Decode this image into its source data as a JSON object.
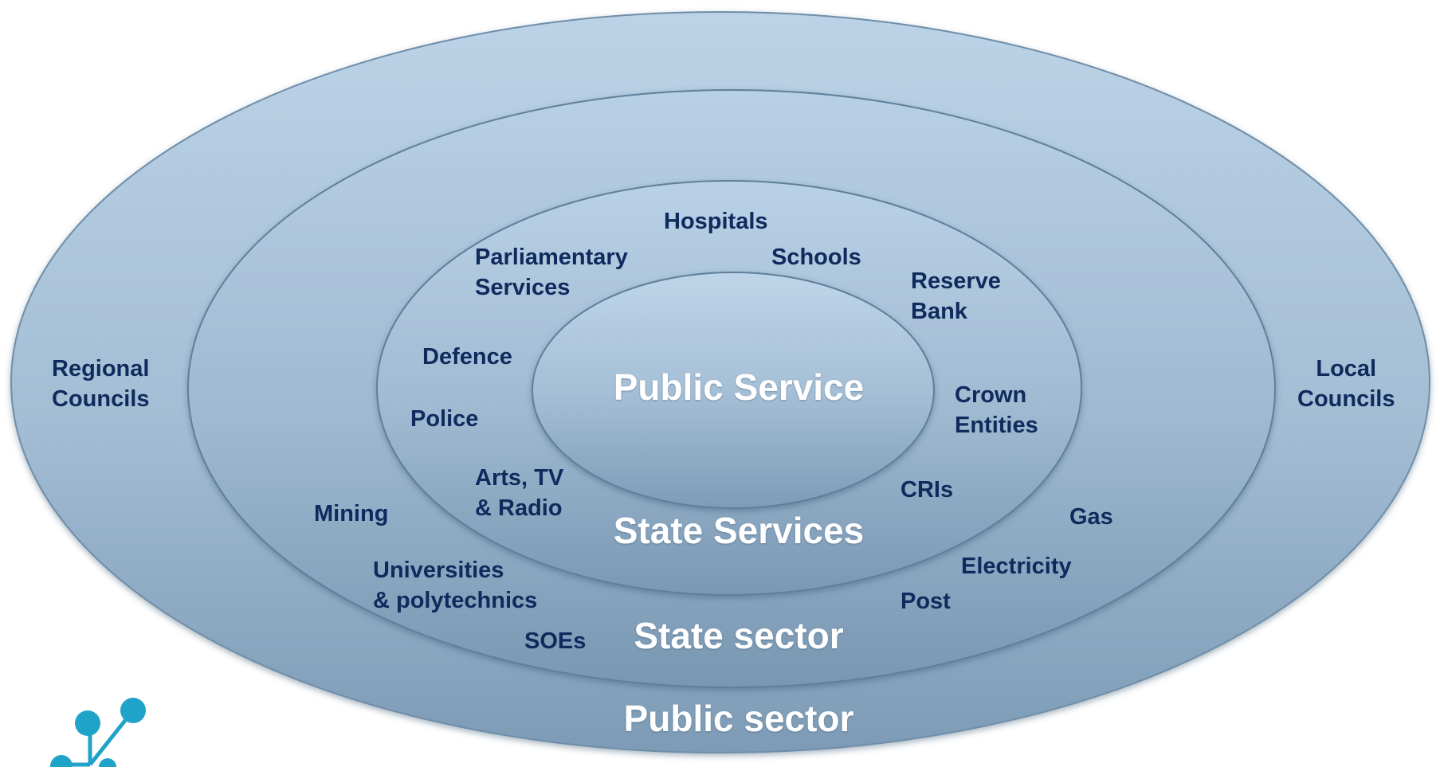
{
  "diagram": {
    "rings": [
      {
        "id": "public-sector",
        "label": "Public sector"
      },
      {
        "id": "state-sector",
        "label": "State sector"
      },
      {
        "id": "state-services",
        "label": "State Services"
      },
      {
        "id": "public-service",
        "label": "Public Service"
      }
    ],
    "labels": {
      "regional_councils": "Regional\nCouncils",
      "local_councils": "Local\nCouncils",
      "hospitals": "Hospitals",
      "parliamentary_services": "Parliamentary\nServices",
      "schools": "Schools",
      "reserve_bank": "Reserve\nBank",
      "defence": "Defence",
      "crown_entities": "Crown\nEntities",
      "police": "Police",
      "arts_tv_radio": "Arts, TV\n& Radio",
      "cris": "CRIs",
      "mining": "Mining",
      "gas": "Gas",
      "universities": "Universities\n& polytechnics",
      "electricity": "Electricity",
      "post": "Post",
      "soes": "SOEs"
    },
    "colors": {
      "ring_fill_light": "#b6cde2",
      "ring_fill_dark": "#7f9db8",
      "ring_edge": "#5f7f9a",
      "label_text": "#0f2a5c",
      "ring_label_text": "#ffffff",
      "logo": "#1fa3c9"
    }
  }
}
